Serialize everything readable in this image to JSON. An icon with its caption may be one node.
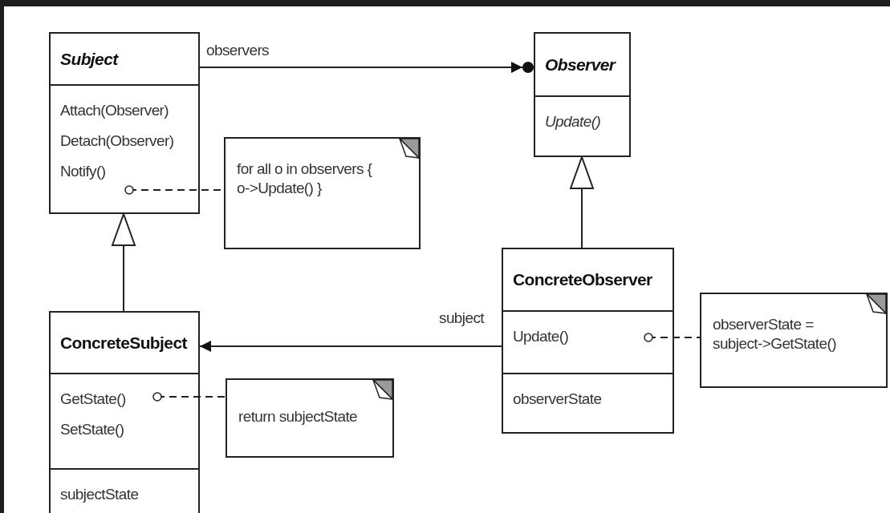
{
  "diagram": {
    "nodes": [
      {
        "text": [
          "Subject",
          "Attach(Observer)",
          "Detach(Observer)",
          "Notify()"
        ]
      },
      {
        "text": [
          "Observer",
          "Update()"
        ]
      },
      {
        "text": [
          "for all o in observers { o->Update() }"
        ]
      },
      {
        "text": [
          "ConcreteObserver",
          "Update()",
          "observerState"
        ]
      },
      {
        "text": [
          "observerState = subject->GetState()"
        ]
      },
      {
        "text": [
          "ConcreteSubject",
          "GetState()",
          "SetState()",
          "subjectState"
        ]
      },
      {
        "text": [
          "return subjectState"
        ]
      }
    ],
    "edges": [
      {
        "from": 0,
        "to": 1,
        "arrow": "to",
        "label": "observers"
      },
      {
        "from": 0,
        "to": 2,
        "arrow": "other",
        "style": "dashed"
      },
      {
        "from": 3,
        "to": 1,
        "arrow": "to"
      },
      {
        "from": 5,
        "to": 0,
        "arrow": "to"
      },
      {
        "from": 3,
        "to": 5,
        "arrow": "to",
        "label": "subject"
      },
      {
        "from": 5,
        "to": 6,
        "arrow": "other",
        "style": "dashed"
      },
      {
        "from": 3,
        "to": 4,
        "arrow": "other",
        "style": "dashed"
      }
    ]
  }
}
